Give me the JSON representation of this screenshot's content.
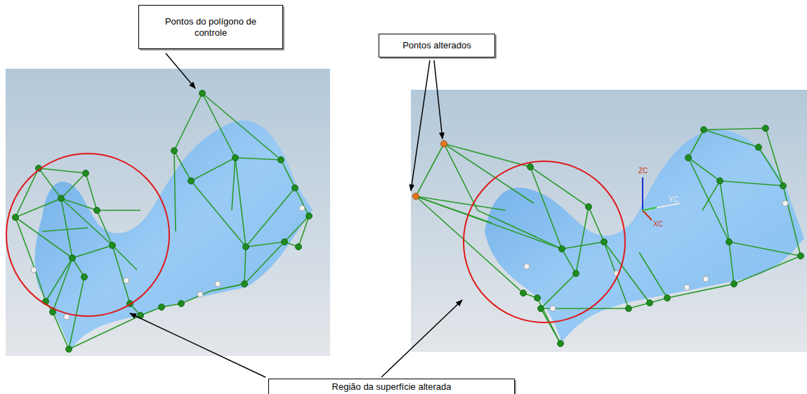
{
  "diagram": {
    "nodes": [
      {
        "text": [
          "Pontos do polígono de controle"
        ]
      },
      {
        "text": [
          "Pontos alterados"
        ]
      },
      {
        "text": [
          "Região da superfície alterada"
        ]
      }
    ],
    "labels": [
      "ZC",
      "YC",
      "XC"
    ]
  }
}
